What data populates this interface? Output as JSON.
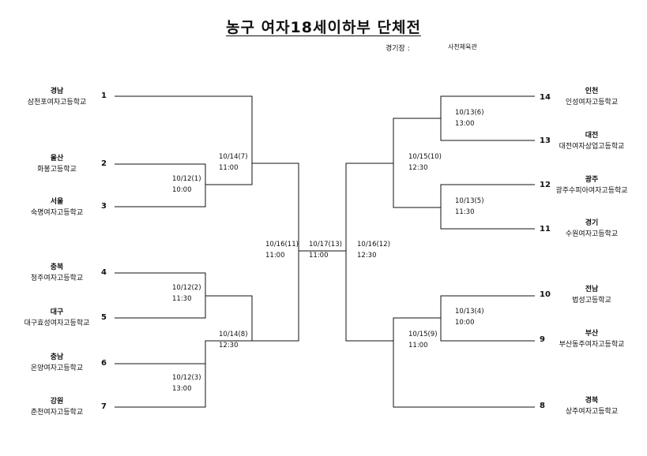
{
  "title": "농구 여자18세이하부 단체전",
  "venue": {
    "label": "경기장 :",
    "value": "사천체육관"
  },
  "teams_left": [
    {
      "seed": "1",
      "region": "경남",
      "school": "삼천포여자고등학교"
    },
    {
      "seed": "2",
      "region": "울산",
      "school": "화봉고등학교"
    },
    {
      "seed": "3",
      "region": "서울",
      "school": "숙명여자고등학교"
    },
    {
      "seed": "4",
      "region": "충북",
      "school": "청주여자고등학교"
    },
    {
      "seed": "5",
      "region": "대구",
      "school": "대구효성여자고등학교"
    },
    {
      "seed": "6",
      "region": "충남",
      "school": "온양여자고등학교"
    },
    {
      "seed": "7",
      "region": "강원",
      "school": "춘천여자고등학교"
    }
  ],
  "teams_right": [
    {
      "seed": "14",
      "region": "인천",
      "school": "인성여자고등학교"
    },
    {
      "seed": "13",
      "region": "대전",
      "school": "대전여자상업고등학교"
    },
    {
      "seed": "12",
      "region": "광주",
      "school": "광주수피아여자고등학교"
    },
    {
      "seed": "11",
      "region": "경기",
      "school": "수원여자고등학교"
    },
    {
      "seed": "10",
      "region": "전남",
      "school": "법성고등학교"
    },
    {
      "seed": "9",
      "region": "부산",
      "school": "부산동주여자고등학교"
    },
    {
      "seed": "8",
      "region": "경북",
      "school": "상주여자고등학교"
    }
  ],
  "matches": {
    "m1": {
      "date": "10/12(1)",
      "time": "10:00"
    },
    "m2": {
      "date": "10/12(2)",
      "time": "11:30"
    },
    "m3": {
      "date": "10/12(3)",
      "time": "13:00"
    },
    "m4": {
      "date": "10/13(4)",
      "time": "10:00"
    },
    "m5": {
      "date": "10/13(5)",
      "time": "11:30"
    },
    "m6": {
      "date": "10/13(6)",
      "time": "13:00"
    },
    "m7": {
      "date": "10/14(7)",
      "time": "11:00"
    },
    "m8": {
      "date": "10/14(8)",
      "time": "12:30"
    },
    "m9": {
      "date": "10/15(9)",
      "time": "11:00"
    },
    "m10": {
      "date": "10/15(10)",
      "time": "12:30"
    },
    "m11": {
      "date": "10/16(11)",
      "time": "11:00"
    },
    "m12": {
      "date": "10/16(12)",
      "time": "12:30"
    },
    "m13": {
      "date": "10/17(13)",
      "time": "11:00"
    }
  }
}
